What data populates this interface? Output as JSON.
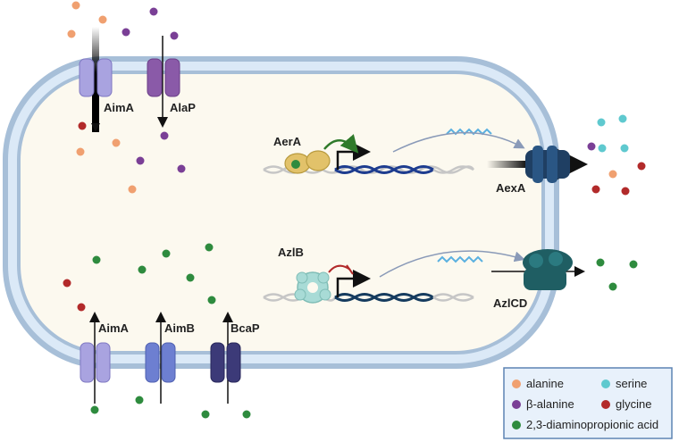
{
  "labels": {
    "aima_top": "AimA",
    "alap": "AlaP",
    "aera": "AerA",
    "aexa": "AexA",
    "azlb": "AzlB",
    "azlcd": "AzlCD",
    "aima_bottom": "AimA",
    "aimb": "AimB",
    "bcap": "BcaP"
  },
  "legend": {
    "alanine": "alanine",
    "serine": "serine",
    "beta_alanine": "β-alanine",
    "glycine": "glycine",
    "dap": "2,3-diaminopropionic acid"
  },
  "colors": {
    "alanine": "#f0a070",
    "serine": "#5fc9cf",
    "beta_alanine": "#7a3f96",
    "glycine": "#b22a2a",
    "dap": "#2e8b3e",
    "aima": "#a9a3e0",
    "alap": "#8a5aa8",
    "aimb": "#6d7fd1",
    "bcap": "#3c3a78",
    "aexa": "#1f3f63",
    "azlcd": "#1f5e63",
    "aera": "#e2c26a",
    "azlb": "#a8dbd6",
    "dna": "#1d3c8f",
    "membrane": "#b5cde6",
    "cytoplasm": "#fcf9ef"
  }
}
